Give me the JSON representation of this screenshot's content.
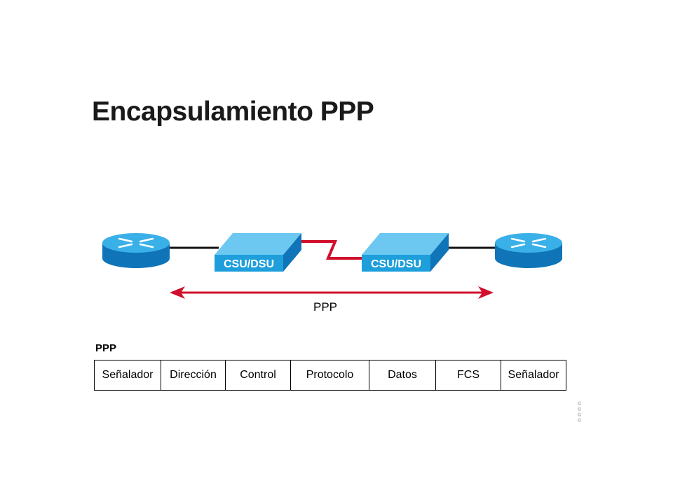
{
  "title": "Encapsulamiento PPP",
  "devices": {
    "csu_dsu_left": "CSU/DSU",
    "csu_dsu_right": "CSU/DSU"
  },
  "link_label": "PPP",
  "frame": {
    "label": "PPP",
    "fields": [
      "Señalador",
      "Dirección",
      "Control",
      "Protocolo",
      "Datos",
      "FCS",
      "Señalador"
    ]
  },
  "colors": {
    "router_blue": "#1a8fd0",
    "csu_blue": "#1ea0dc",
    "serial_red": "#d0102c",
    "arrow_red": "#d0102c"
  }
}
